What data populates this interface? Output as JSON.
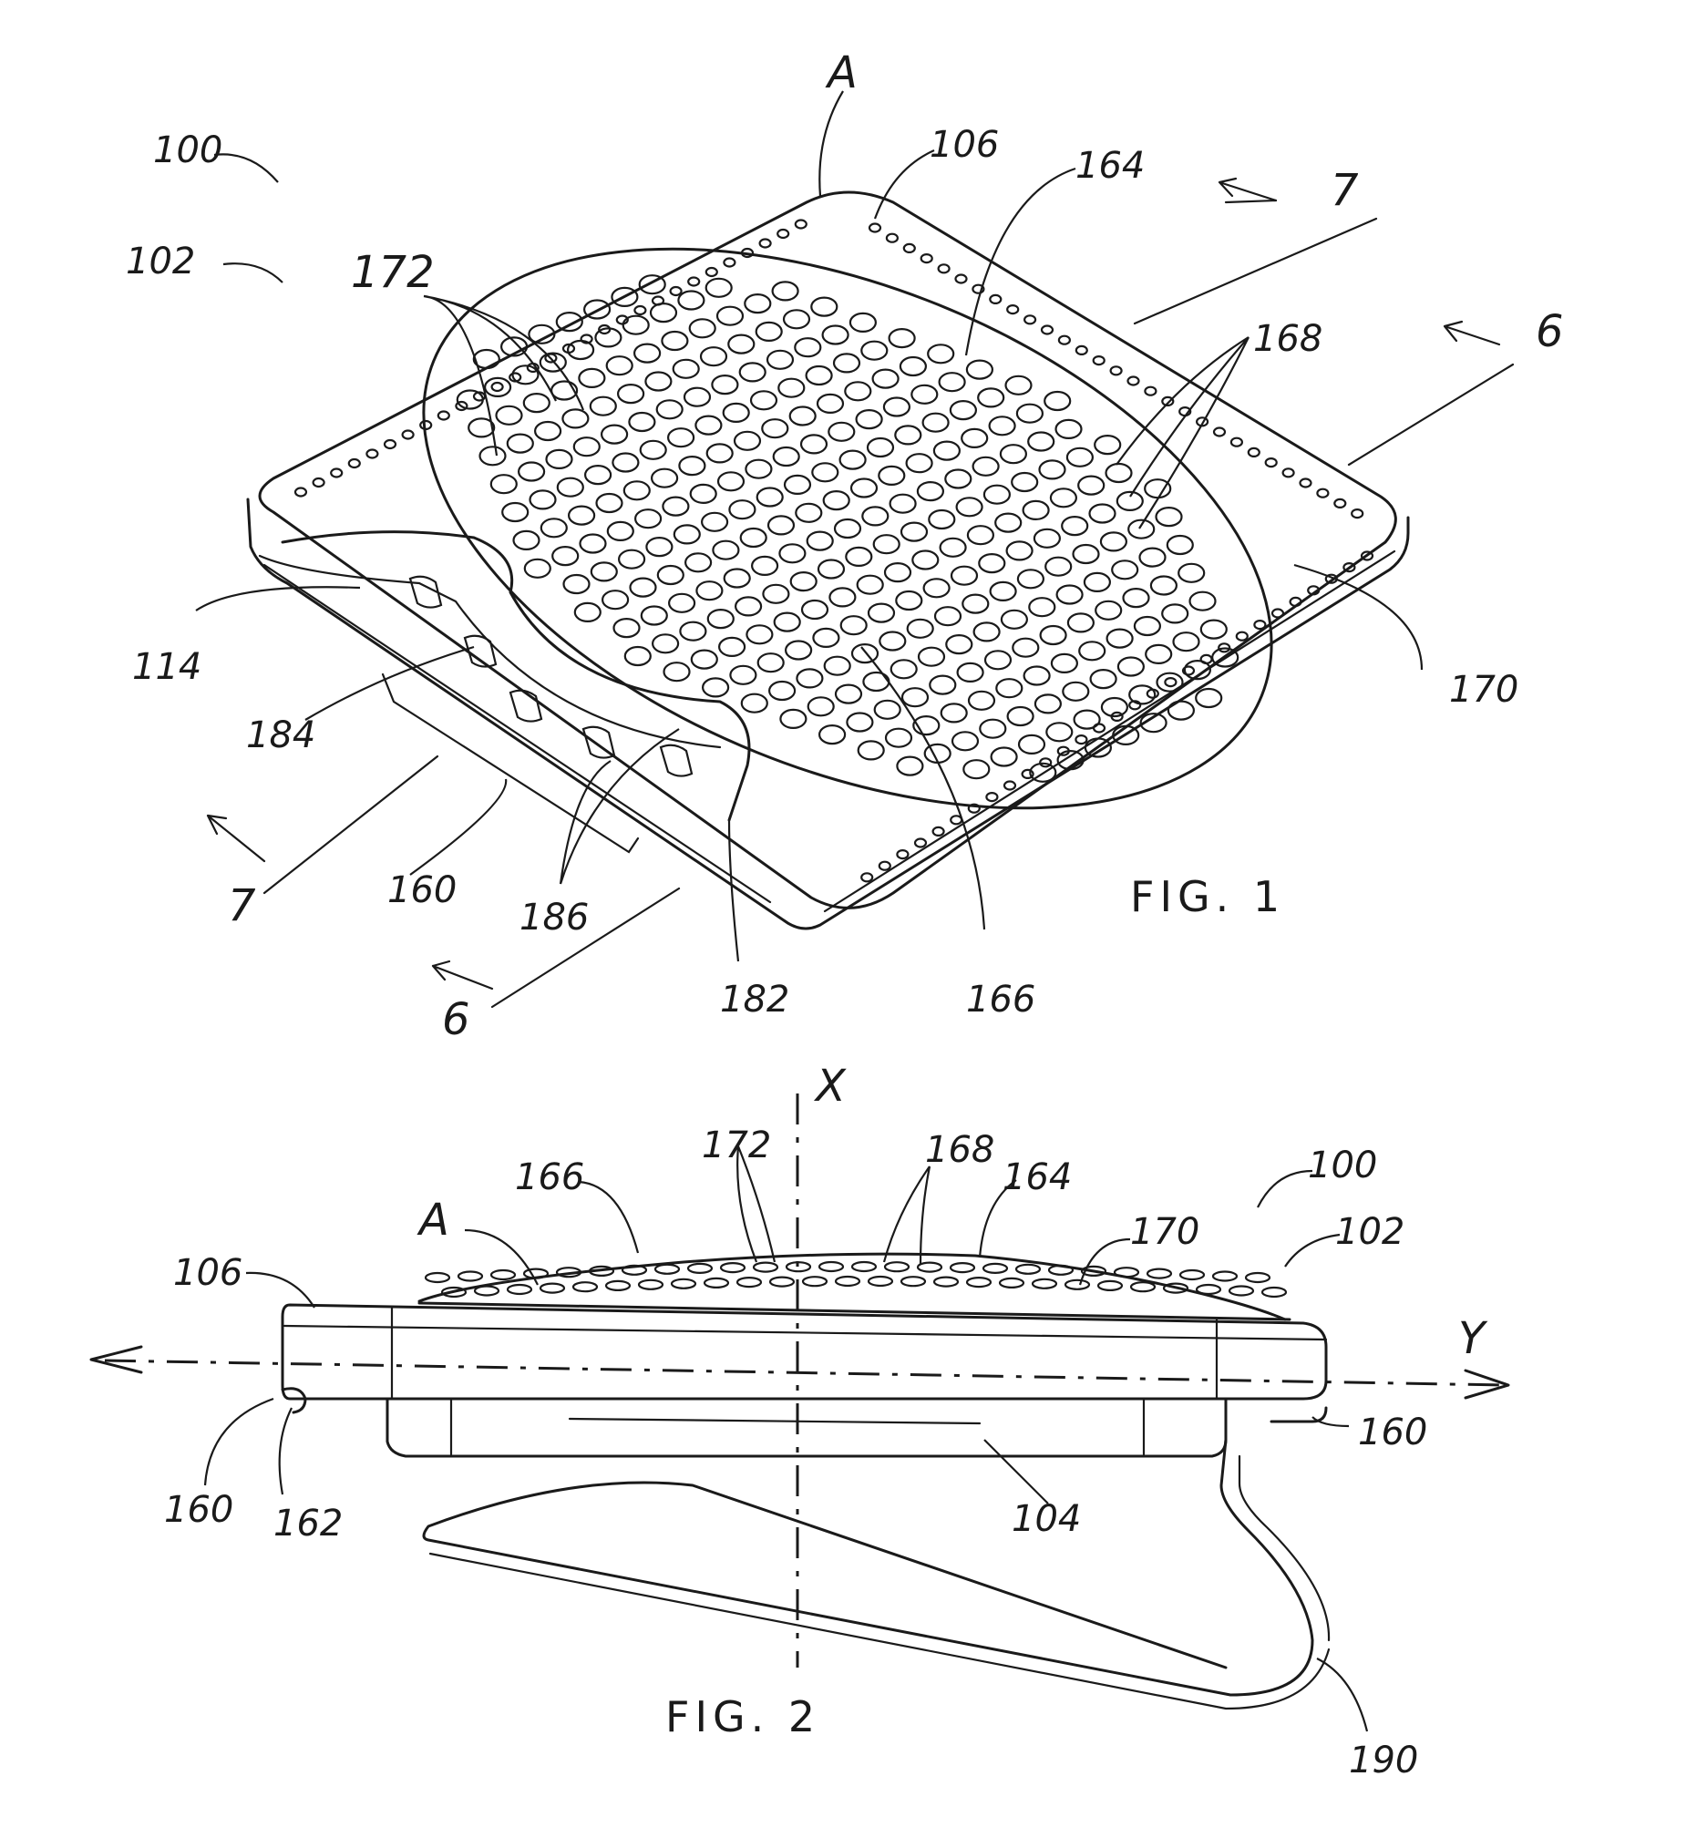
{
  "fig1": {
    "caption": "FIG. 1",
    "labels": {
      "assembly": "100",
      "housing": "102",
      "axis": "A",
      "perimeter": "106",
      "insert": "164",
      "apertures_outer": "168",
      "apertures_inner": "172",
      "ring": "170",
      "lip": "114",
      "slot": "184",
      "tabs": "186",
      "notch": "182",
      "side_edge": "160",
      "center": "166",
      "section_7_right": "7",
      "section_6_right": "6",
      "section_7_left": "7",
      "section_6_left": "6"
    }
  },
  "fig2": {
    "caption": "FIG. 2",
    "labels": {
      "x_axis": "X",
      "y_axis": "Y",
      "axis": "A",
      "perimeter": "106",
      "center": "166",
      "apertures_inner": "172",
      "apertures_outer": "168",
      "insert": "164",
      "ring": "170",
      "assembly": "100",
      "housing": "102",
      "side_edge_left": "160",
      "foot": "162",
      "side_edge_right": "160",
      "base": "104",
      "clip": "190"
    }
  }
}
